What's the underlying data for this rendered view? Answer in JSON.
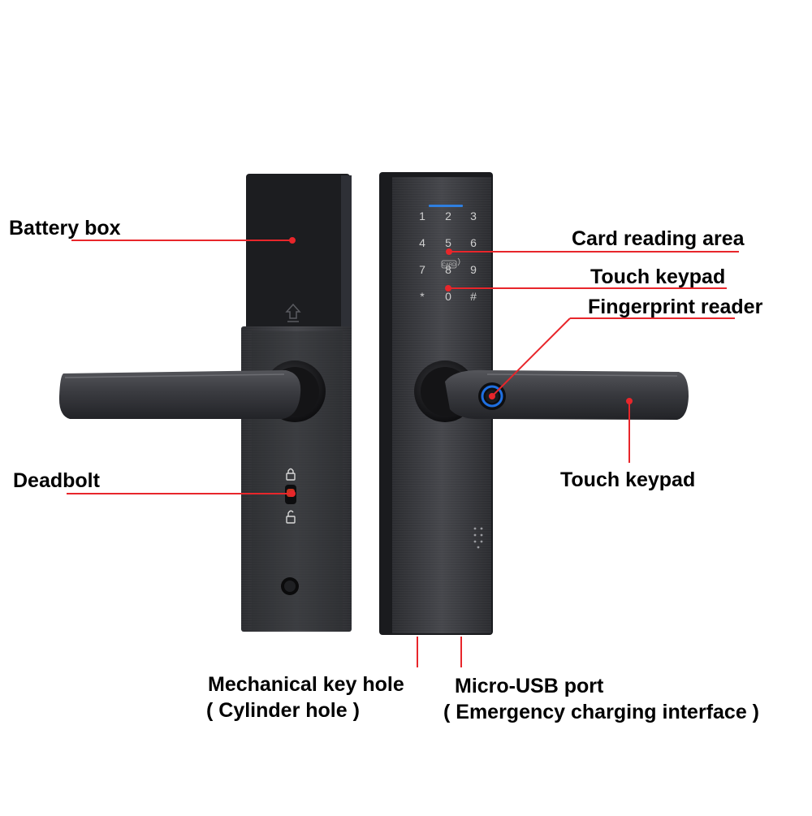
{
  "labels": {
    "battery_box": "Battery box",
    "card_reading_area": "Card reading area",
    "touch_keypad_top": "Touch keypad",
    "fingerprint_reader": "Fingerprint reader",
    "deadbolt": "Deadbolt",
    "touch_keypad_handle": "Touch keypad",
    "mechanical_key_hole": "Mechanical key hole",
    "cylinder_hole": "( Cylinder hole )",
    "micro_usb_port": "Micro-USB port",
    "emergency_charging": "( Emergency charging interface )"
  },
  "keypad": {
    "keys": [
      "1",
      "2",
      "3",
      "4",
      "5",
      "6",
      "7",
      "8",
      "9",
      "*",
      "0",
      "#"
    ],
    "card_tag": "CARD"
  },
  "colors": {
    "leader": "#e8262b",
    "body_dark": "#2b2c30",
    "body_mid": "#3d3e43",
    "backlight": "#2f7fe0",
    "fingerprint_ring": "#1f6fe0"
  }
}
